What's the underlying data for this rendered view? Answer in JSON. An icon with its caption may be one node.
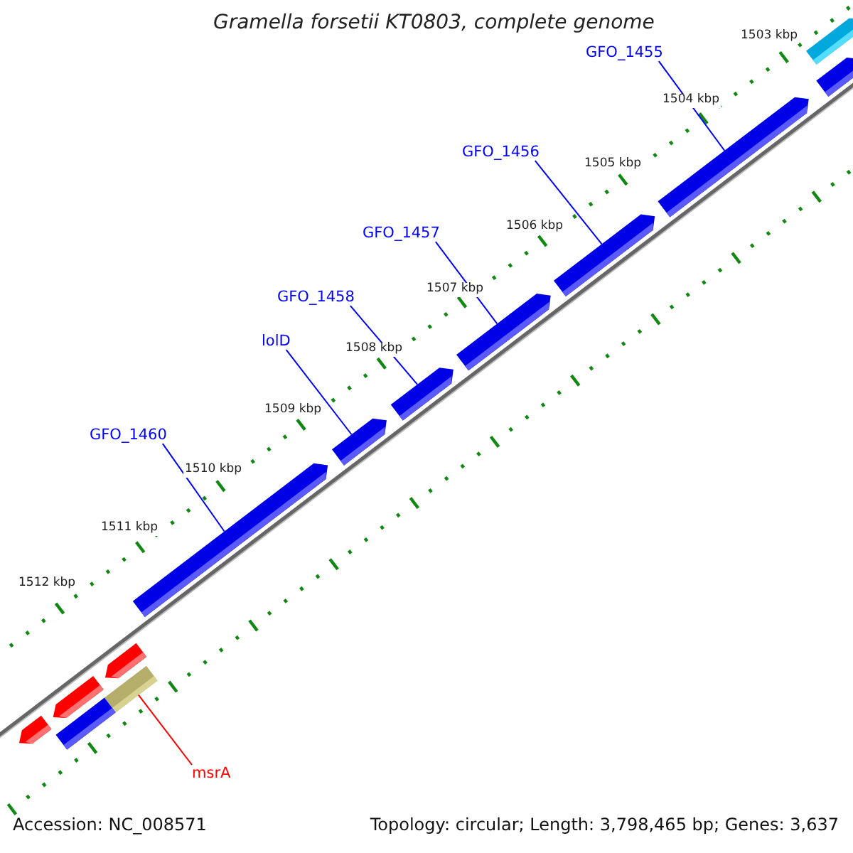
{
  "diagram": {
    "title": "Gramella forsetii KT0803, complete genome",
    "nodes": [
      {
        "text": [
          "GFO_1455"
        ]
      },
      {
        "text": [
          "GFO_1456"
        ]
      },
      {
        "text": [
          "GFO_1457"
        ]
      },
      {
        "text": [
          "GFO_1458"
        ]
      },
      {
        "text": [
          "lolD"
        ]
      },
      {
        "text": [
          "GFO_1460"
        ]
      },
      {
        "text": [
          "msrA"
        ]
      },
      {
        "text": [],
        "shape": "bar"
      },
      {
        "text": [],
        "shape": "bar"
      },
      {
        "text": [],
        "shape": "bar"
      },
      {
        "text": [],
        "shape": "bar"
      },
      {
        "text": [],
        "shape": "bar"
      },
      {
        "text": [],
        "shape": "bar"
      },
      {
        "text": [],
        "shape": "bar"
      },
      {
        "text": [],
        "shape": "bar"
      },
      {
        "text": [],
        "shape": "bar"
      },
      {
        "text": [],
        "shape": "bar"
      },
      {
        "text": [],
        "shape": "bar"
      },
      {
        "text": [],
        "shape": "bar"
      },
      {
        "text": [],
        "shape": "bar"
      }
    ],
    "edges": [
      {
        "from": 0,
        "to": 9,
        "arrow": "none"
      },
      {
        "from": 1,
        "to": 10,
        "arrow": "none"
      },
      {
        "from": 2,
        "to": 11,
        "arrow": "none"
      },
      {
        "from": 3,
        "to": 12,
        "arrow": "none"
      },
      {
        "from": 4,
        "to": 13,
        "arrow": "none"
      },
      {
        "from": 5,
        "to": 14,
        "arrow": "none"
      },
      {
        "from": 6,
        "to": 18,
        "arrow": "none",
        "color": "#ff0000"
      }
    ],
    "labels": [
      "1503 kbp",
      "1504 kbp",
      "1505 kbp",
      "1506 kbp",
      "1507 kbp",
      "1508 kbp",
      "1509 kbp",
      "1510 kbp",
      "1511 kbp",
      "1512 kbp",
      "Accession: NC_008571",
      "Topology: circular; Length: 3,798,465 bp; Genes: 3,637"
    ]
  }
}
